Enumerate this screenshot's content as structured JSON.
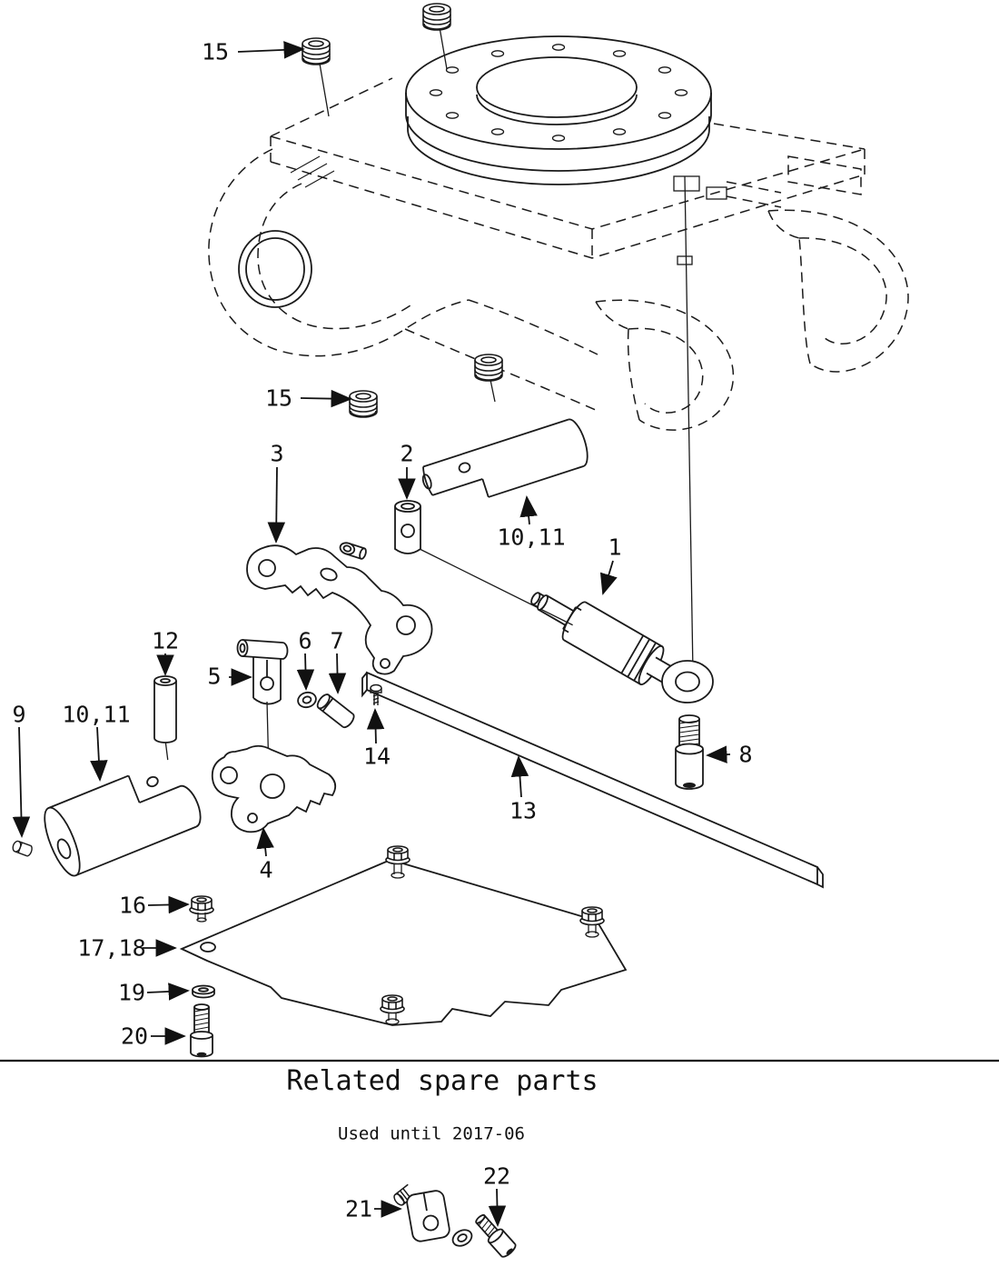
{
  "page": {
    "colors": {
      "ink": "#1a1a1a",
      "background": "#ffffff"
    }
  },
  "diagram": {
    "callouts": [
      {
        "id": "15-top",
        "label": "15"
      },
      {
        "id": "15-mid",
        "label": "15"
      },
      {
        "id": "3",
        "label": "3"
      },
      {
        "id": "2",
        "label": "2"
      },
      {
        "id": "10-11-upper",
        "label": "10,11"
      },
      {
        "id": "1",
        "label": "1"
      },
      {
        "id": "12",
        "label": "12"
      },
      {
        "id": "5",
        "label": "5"
      },
      {
        "id": "6",
        "label": "6"
      },
      {
        "id": "7",
        "label": "7"
      },
      {
        "id": "9",
        "label": "9"
      },
      {
        "id": "10-11-lower",
        "label": "10,11"
      },
      {
        "id": "14",
        "label": "14"
      },
      {
        "id": "8",
        "label": "8"
      },
      {
        "id": "13",
        "label": "13"
      },
      {
        "id": "4",
        "label": "4"
      },
      {
        "id": "16",
        "label": "16"
      },
      {
        "id": "17-18",
        "label": "17,18"
      },
      {
        "id": "19",
        "label": "19"
      },
      {
        "id": "20",
        "label": "20"
      },
      {
        "id": "21",
        "label": "21"
      },
      {
        "id": "22",
        "label": "22"
      }
    ],
    "related_section": {
      "title": "Related spare parts",
      "subtitle": "Used until 2017-06"
    }
  }
}
